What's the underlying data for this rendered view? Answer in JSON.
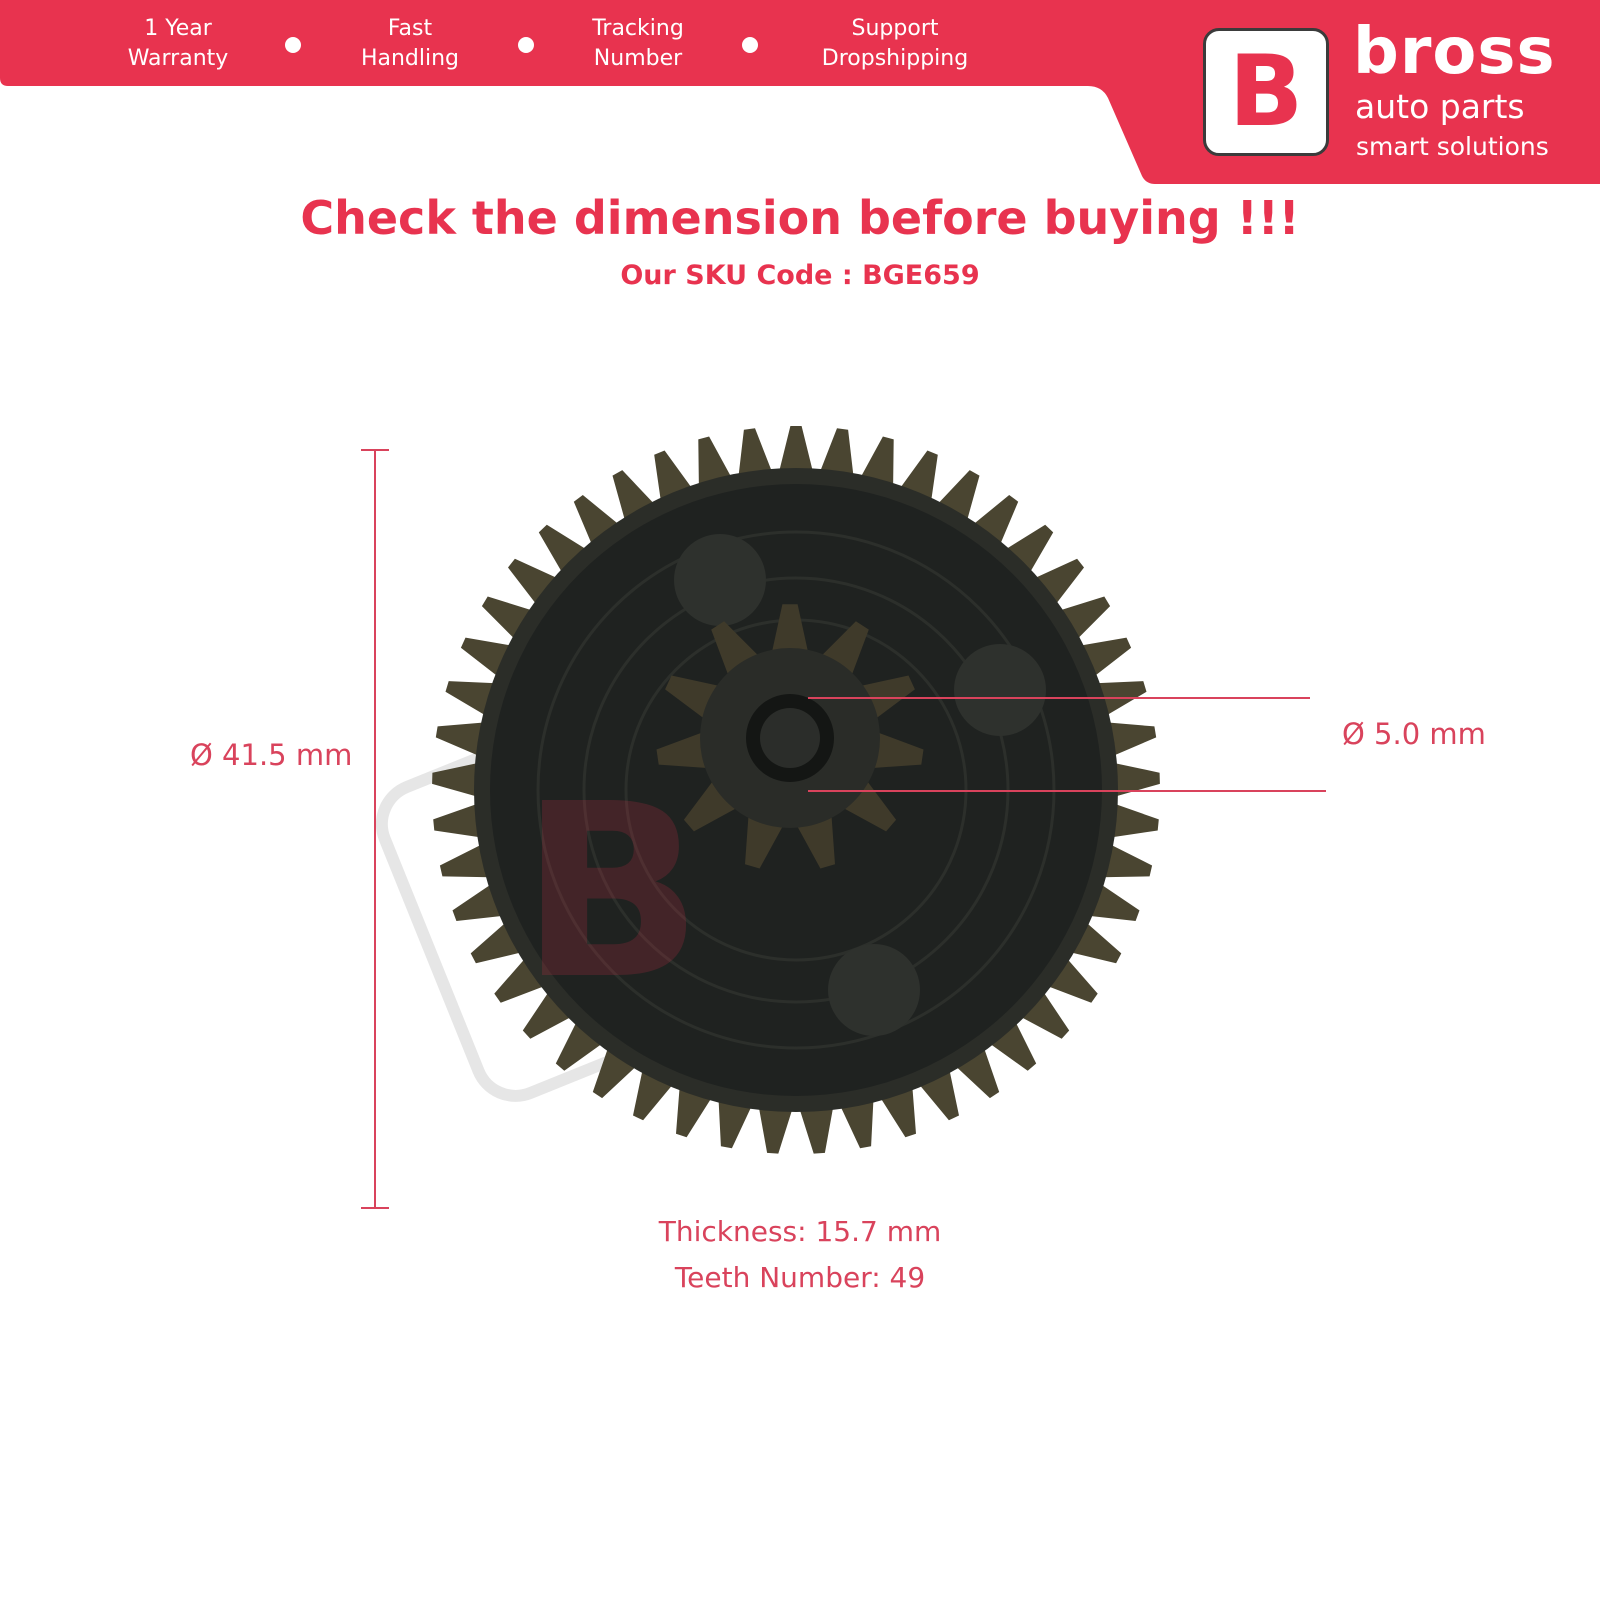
{
  "colors": {
    "brand_red": "#e8334f",
    "label_red": "#d9435c",
    "text_white": "#ffffff",
    "gear_dark": "#1f2220",
    "gear_teeth": "#4a4531"
  },
  "banner": {
    "features": [
      {
        "line1": "1 Year",
        "line2": "Warranty"
      },
      {
        "line1": "Fast",
        "line2": "Handling"
      },
      {
        "line1": "Tracking",
        "line2": "Number"
      },
      {
        "line1": "Support",
        "line2": "Dropshipping"
      }
    ]
  },
  "logo": {
    "letter": "B",
    "name": "bross",
    "line2": "auto parts",
    "line3": "smart solutions"
  },
  "headline": "Check the dimension before buying !!!",
  "sku_line": "Our SKU Code : BGE659",
  "product": {
    "icon": "gear-icon",
    "teeth_count": 49,
    "pinion_teeth": 11
  },
  "dimensions": {
    "outer_diameter": "Ø 41.5 mm",
    "bore_diameter": "Ø 5.0 mm",
    "thickness": "Thickness: 15.7 mm",
    "teeth": "Teeth Number: 49"
  }
}
